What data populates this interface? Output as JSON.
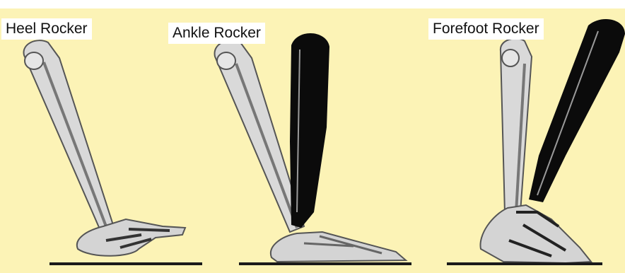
{
  "figure": {
    "background_color": "#fcf3b6",
    "bone_fill": "#d9d9d9",
    "bone_outline": "#555555",
    "muscle_fill": "#0b0b0b",
    "ground_color": "#1a1a1a"
  },
  "panels": [
    {
      "label": "Heel Rocker",
      "muscle_active": false,
      "foot_pose": "heel-strike"
    },
    {
      "label": "Ankle Rocker",
      "muscle_active": true,
      "foot_pose": "flat-foot"
    },
    {
      "label": "Forefoot Rocker",
      "muscle_active": true,
      "foot_pose": "heel-rise"
    }
  ]
}
